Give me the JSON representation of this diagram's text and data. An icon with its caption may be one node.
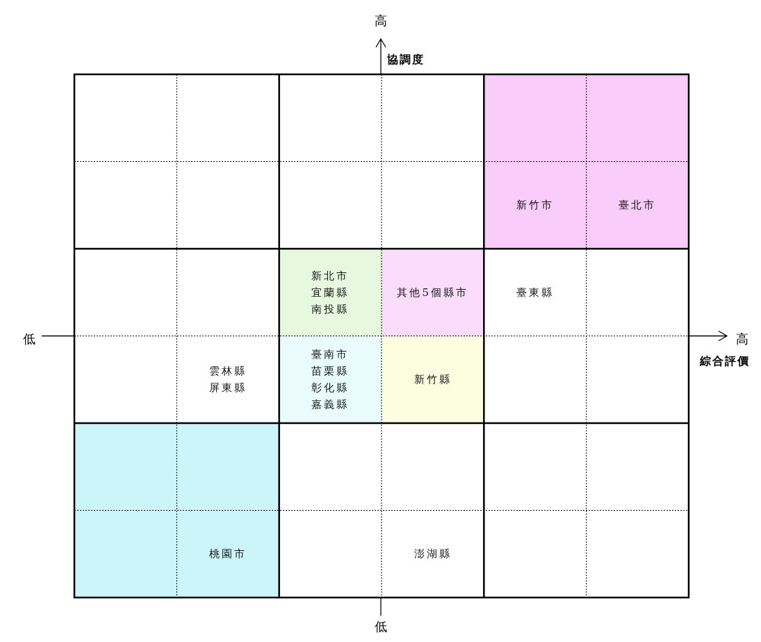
{
  "diagram": {
    "nodes": [
      {
        "text": [
          "新竹市"
        ]
      },
      {
        "text": [
          "臺北市"
        ]
      },
      {
        "text": [
          "新北市",
          "宜蘭縣",
          "南投縣"
        ]
      },
      {
        "text": [
          "其他5個縣市"
        ]
      },
      {
        "text": [
          "臺東縣"
        ]
      },
      {
        "text": [
          "雲林縣",
          "屏東縣"
        ]
      },
      {
        "text": [
          "臺南市",
          "苗栗縣",
          "彰化縣",
          "嘉義縣"
        ]
      },
      {
        "text": [
          "新竹縣"
        ]
      },
      {
        "text": [
          "桃園市"
        ]
      },
      {
        "text": [
          "澎湖縣"
        ]
      }
    ],
    "labels": [
      "高",
      "協調度",
      "低",
      "高",
      "綜合評價",
      "低"
    ]
  }
}
